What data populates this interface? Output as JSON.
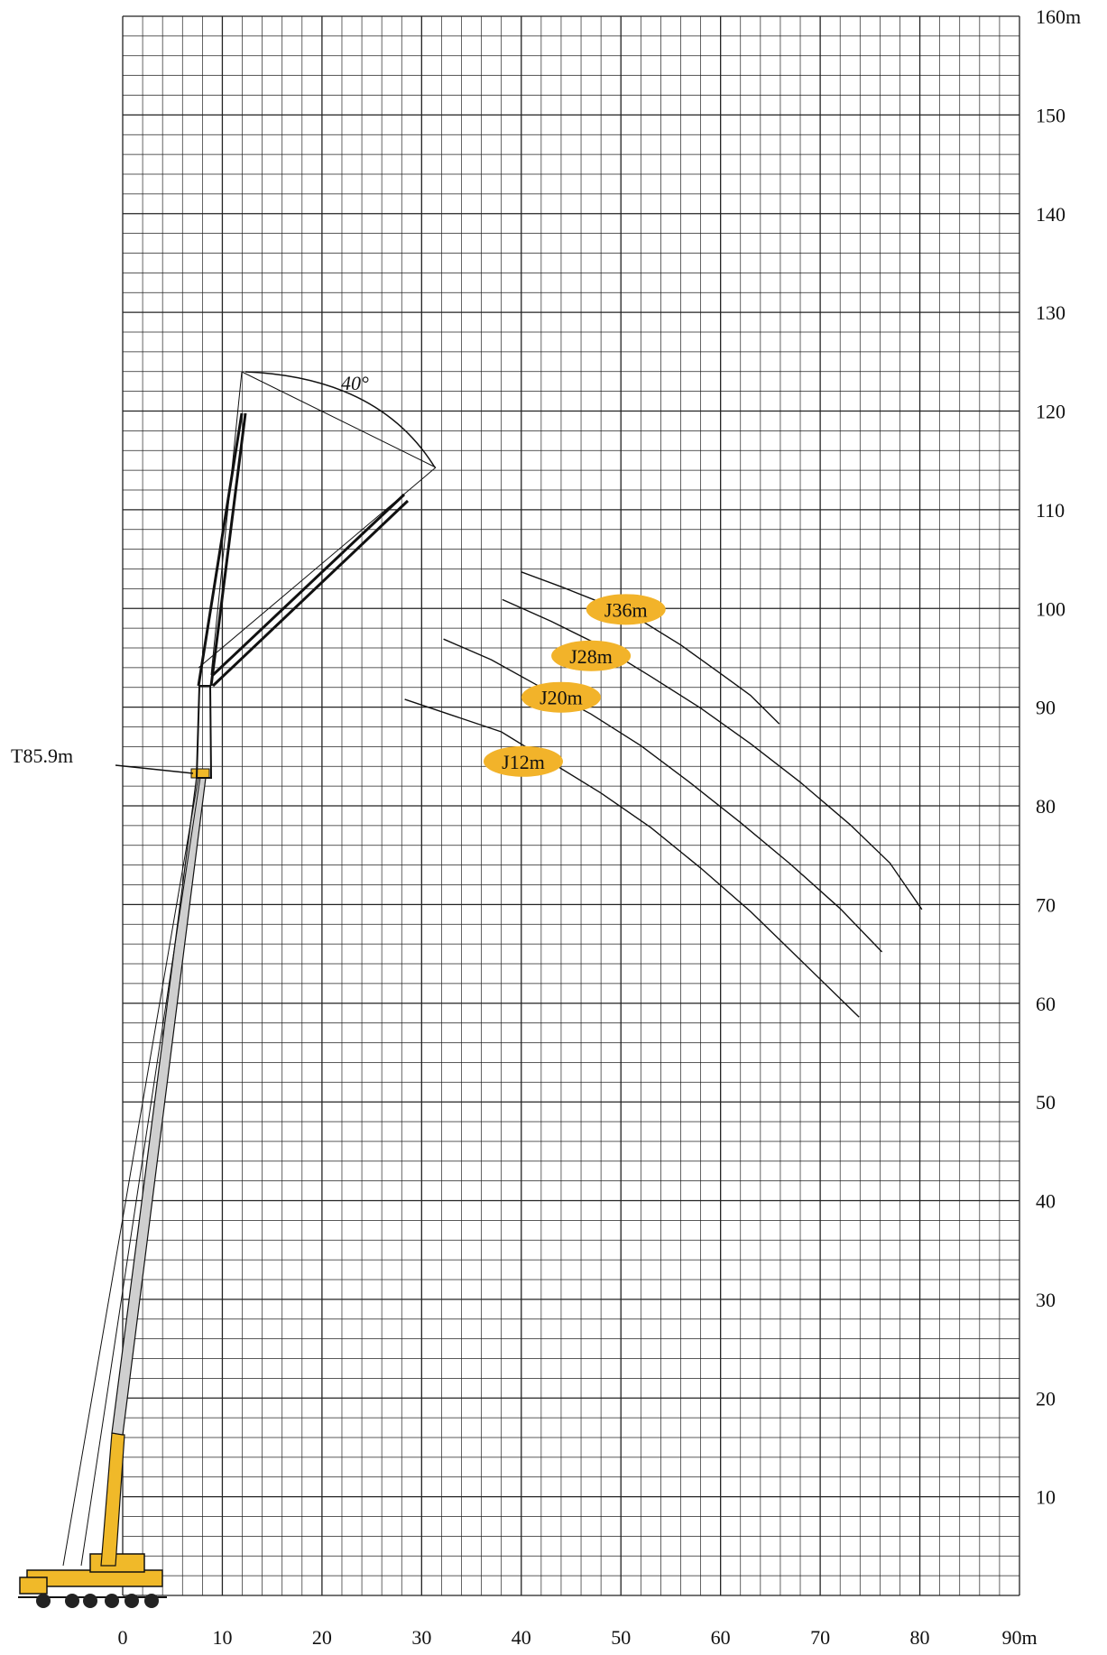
{
  "chart_data": {
    "type": "line",
    "title": "",
    "xlabel": "",
    "ylabel": "",
    "xlim": [
      0,
      90
    ],
    "ylim": [
      0,
      160
    ],
    "x_ticks": [
      "0",
      "10",
      "20",
      "30",
      "40",
      "50",
      "60",
      "70",
      "80",
      "90m"
    ],
    "y_ticks": [
      "10",
      "20",
      "30",
      "40",
      "50",
      "60",
      "70",
      "80",
      "90",
      "100",
      "110",
      "120",
      "130",
      "140",
      "150",
      "160m"
    ],
    "grid": true,
    "series": [
      {
        "name": "J12m",
        "points": [
          [
            28.3,
            90.8
          ],
          [
            33,
            89.2
          ],
          [
            38,
            87.5
          ],
          [
            43,
            84.4
          ],
          [
            48,
            81.3
          ],
          [
            53,
            77.8
          ],
          [
            58,
            73.7
          ],
          [
            63,
            69.3
          ],
          [
            68,
            64.4
          ],
          [
            73.9,
            58.6
          ]
        ]
      },
      {
        "name": "J20m",
        "points": [
          [
            32.2,
            96.9
          ],
          [
            37,
            94.8
          ],
          [
            42,
            92
          ],
          [
            47,
            89.3
          ],
          [
            52,
            86.1
          ],
          [
            57,
            82.3
          ],
          [
            62,
            78.3
          ],
          [
            67,
            74.1
          ],
          [
            72,
            69.6
          ],
          [
            76.2,
            65.2
          ]
        ]
      },
      {
        "name": "J28m",
        "points": [
          [
            38.1,
            100.9
          ],
          [
            43,
            98.7
          ],
          [
            48,
            96.2
          ],
          [
            53,
            93.1
          ],
          [
            58,
            89.9
          ],
          [
            63,
            86.3
          ],
          [
            68,
            82.4
          ],
          [
            73,
            78.1
          ],
          [
            77,
            74.2
          ],
          [
            80.2,
            69.5
          ]
        ]
      },
      {
        "name": "J36m",
        "points": [
          [
            40,
            103.7
          ],
          [
            44,
            102.2
          ],
          [
            48,
            100.6
          ],
          [
            52,
            98.8
          ],
          [
            56,
            96.3
          ],
          [
            60,
            93.4
          ],
          [
            63,
            91.2
          ],
          [
            65.9,
            88.3
          ]
        ]
      }
    ],
    "annotations": {
      "boom_length": "T85.9m",
      "jib_angle": "40°"
    },
    "colors": {
      "tag_fill": "#f2b32a",
      "boom_yellow": "#f0b929",
      "boom_grey": "#cfcfcf",
      "line": "#111111"
    }
  }
}
